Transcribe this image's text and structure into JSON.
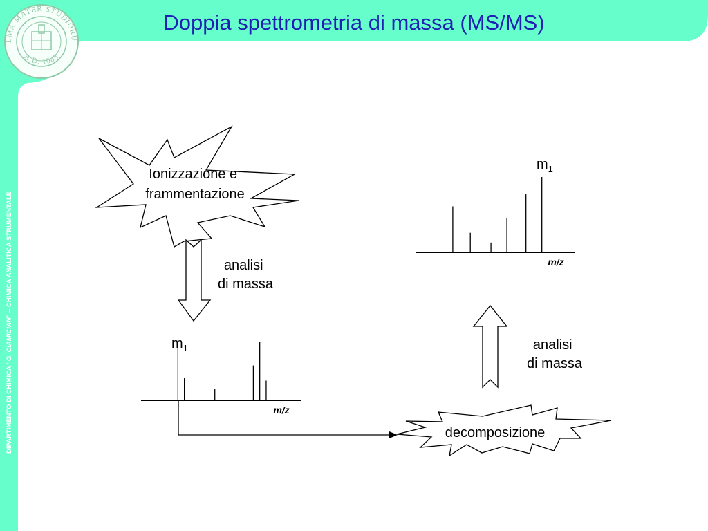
{
  "header": {
    "title": "Doppia spettrometria di massa (MS/MS)"
  },
  "sidebar": {
    "department_prefix": "DIPARTIMENTO DI CHIMICA “",
    "department_name": "G. CIAMICIAN",
    "department_suffix": "” – CHIMICA ANALITICA STRUMENTALE"
  },
  "logo": {
    "top_arc": "ALMA MATER STUDIORUM",
    "bottom_arc": "A.D. 1088"
  },
  "colors": {
    "band": "#66ffcc",
    "title": "#1f1fb4",
    "ink": "#000000"
  },
  "diagram": {
    "ionization_label_line1": "Ionizzazione e",
    "ionization_label_line2": "frammentazione",
    "analysis1_line1": "analisi",
    "analysis1_line2": "di massa",
    "analysis2_line1": "analisi",
    "analysis2_line2": "di massa",
    "decomposition_label": "decomposizione",
    "spectrum1": {
      "axis_label": "m/z",
      "peak_label_main": "m",
      "peak_label_sub": "1",
      "peaks": [
        1.0,
        0.38,
        0.19,
        0.6,
        1.0,
        0.34
      ],
      "positions": [
        0.23,
        0.27,
        0.46,
        0.7,
        0.74,
        0.78
      ]
    },
    "spectrum2": {
      "axis_label": "m/z",
      "peak_label_main": "m",
      "peak_label_sub": "1",
      "peaks": [
        0.61,
        0.26,
        0.13,
        0.45,
        0.77,
        1.0
      ],
      "positions": [
        0.23,
        0.34,
        0.47,
        0.57,
        0.69,
        0.79
      ]
    }
  }
}
